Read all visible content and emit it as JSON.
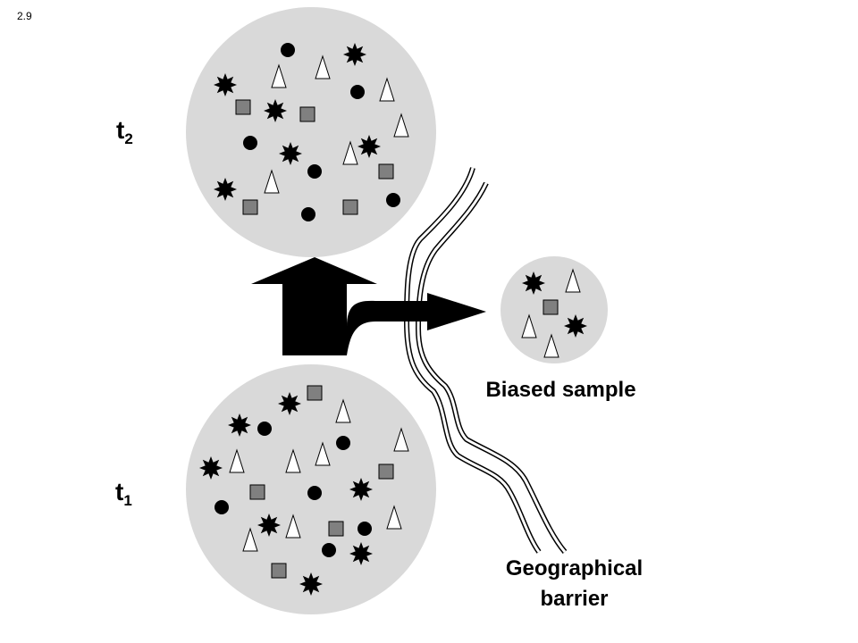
{
  "figure_number": "2.9",
  "labels": {
    "t2_base": "t",
    "t2_sub": "2",
    "t1_base": "t",
    "t1_sub": "1",
    "biased_sample": "Biased sample",
    "barrier_line1": "Geographical",
    "barrier_line2": "barrier"
  },
  "colors": {
    "population_fill": "#d9d9d9",
    "square_fill": "#808080",
    "symbol_stroke": "#000000"
  },
  "symbol_types": [
    "filled-circle",
    "starburst",
    "gray-square",
    "open-triangle"
  ]
}
